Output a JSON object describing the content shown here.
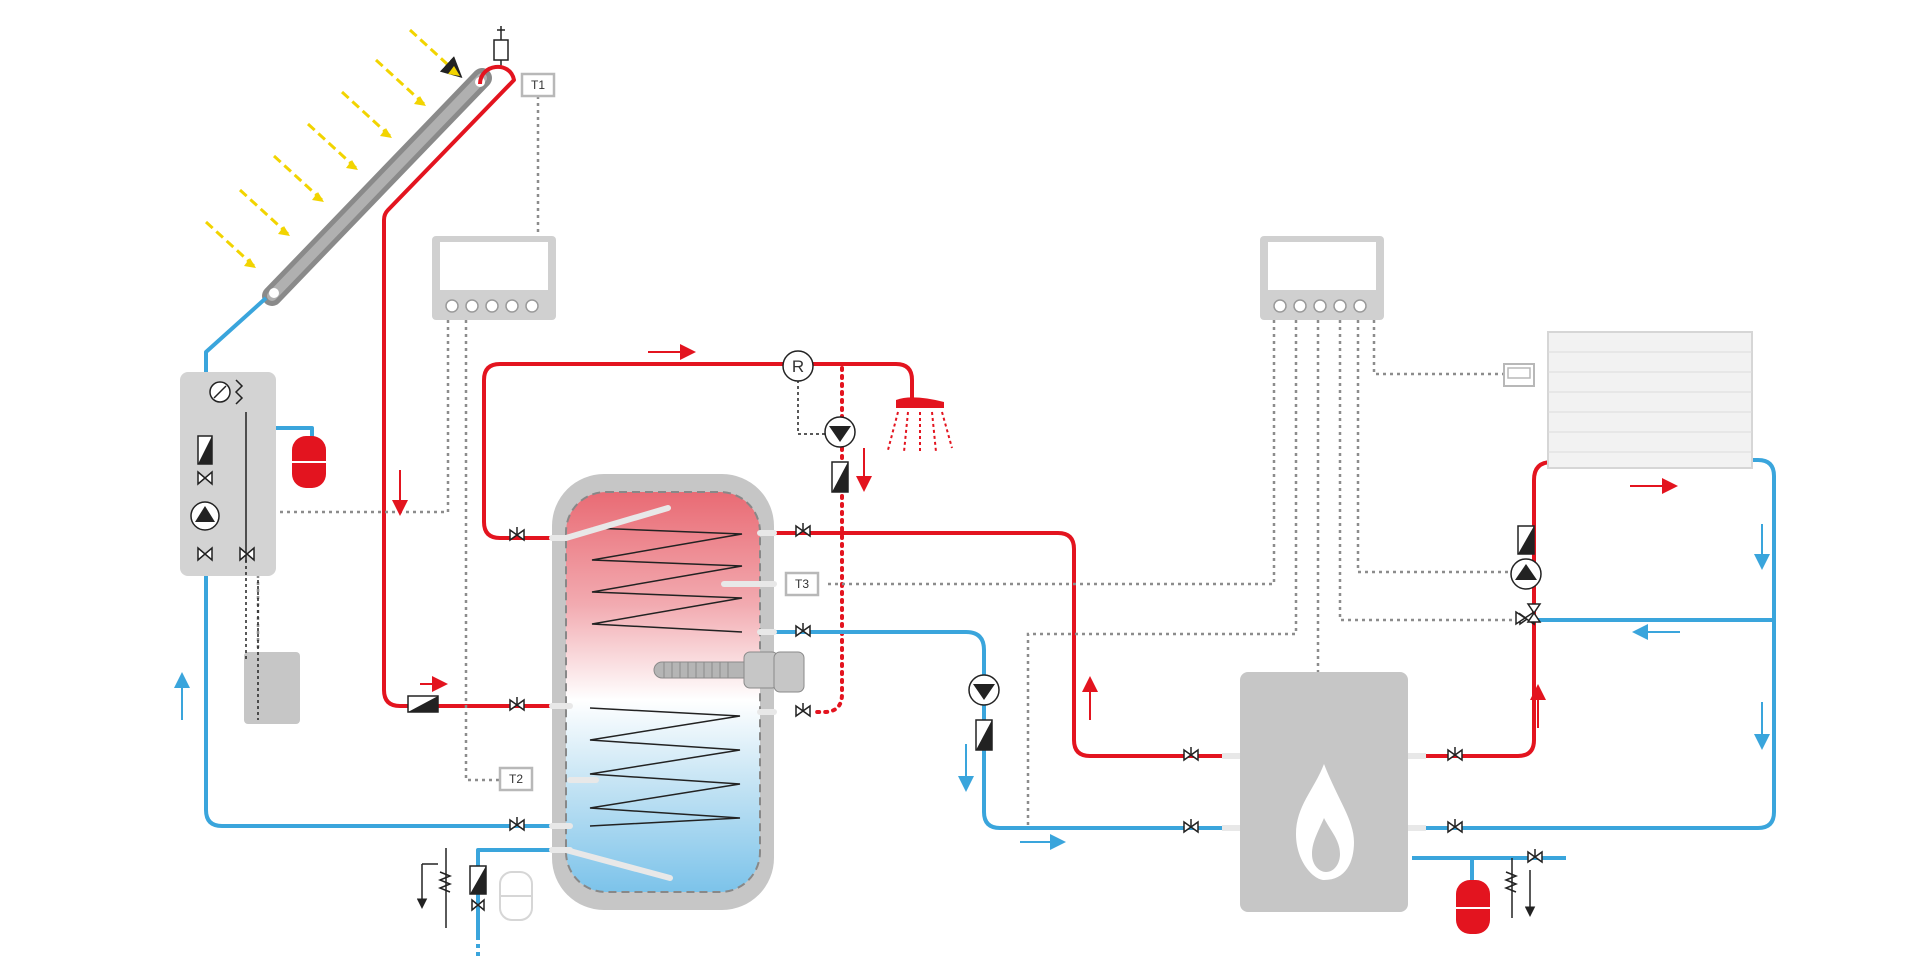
{
  "labels": {
    "sensor_collector": "T1",
    "sensor_tank_bottom": "T2",
    "sensor_tank_middle": "T3",
    "recirculation_regulator": "R"
  },
  "colors": {
    "hot": "#e3141f",
    "cold": "#3aa5dc",
    "equipment": "#c6c6c6",
    "signal": "#8c8c8c",
    "sun": "#f2d400"
  }
}
